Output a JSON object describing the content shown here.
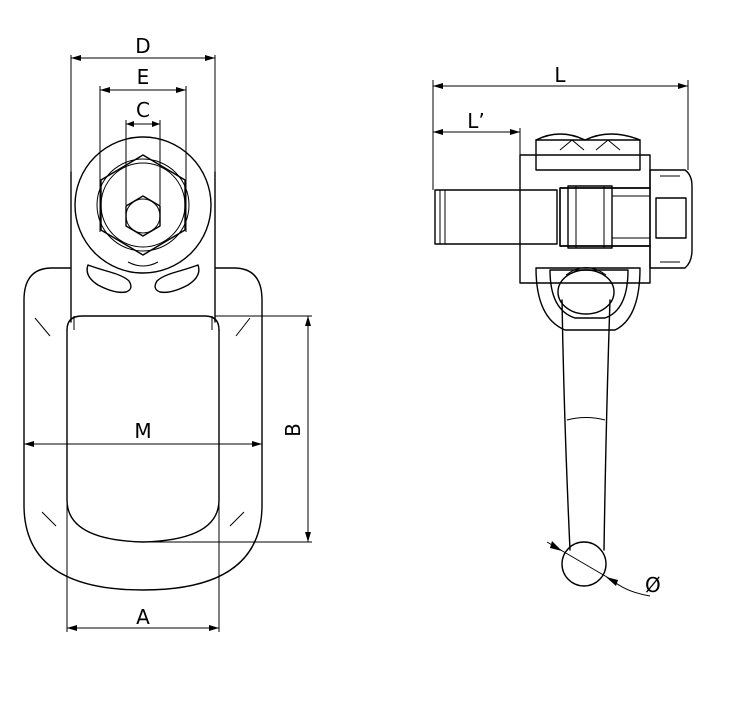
{
  "labels": {
    "d": "D",
    "e": "E",
    "c": "C",
    "m": "M",
    "b": "B",
    "a": "A",
    "l": "L",
    "l_prime": "L’",
    "diameter": "Ø"
  }
}
